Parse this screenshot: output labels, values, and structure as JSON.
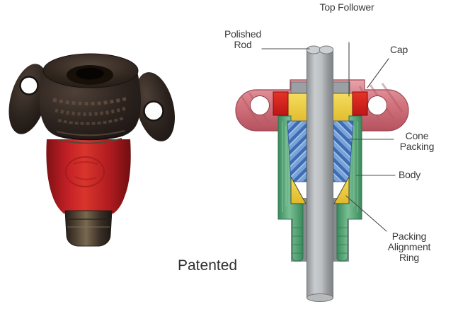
{
  "figure": {
    "patented_label": "Patented",
    "diagram": {
      "labels": {
        "top_follower": "Top Follower",
        "polished_rod": "Polished Rod",
        "cap": "Cap",
        "cone_packing": "Cone Packing",
        "body": "Body",
        "packing_alignment_ring": "Packing Alignment Ring"
      },
      "colors": {
        "cap_pink": "#cf6f7b",
        "follower_red": "#d42020",
        "follower_yellow": "#ecc93b",
        "cone_packing_blue": "#6f9bd4",
        "body_green": "#58a878",
        "rod_gray": "#b5b8bb",
        "label_text": "#3a3a3a",
        "leader_line": "#4c4c4c"
      }
    },
    "photo_colors": {
      "cap_black": "#2b211c",
      "body_red": "#c42025",
      "nipple_bronze": "#5c4f40"
    }
  }
}
